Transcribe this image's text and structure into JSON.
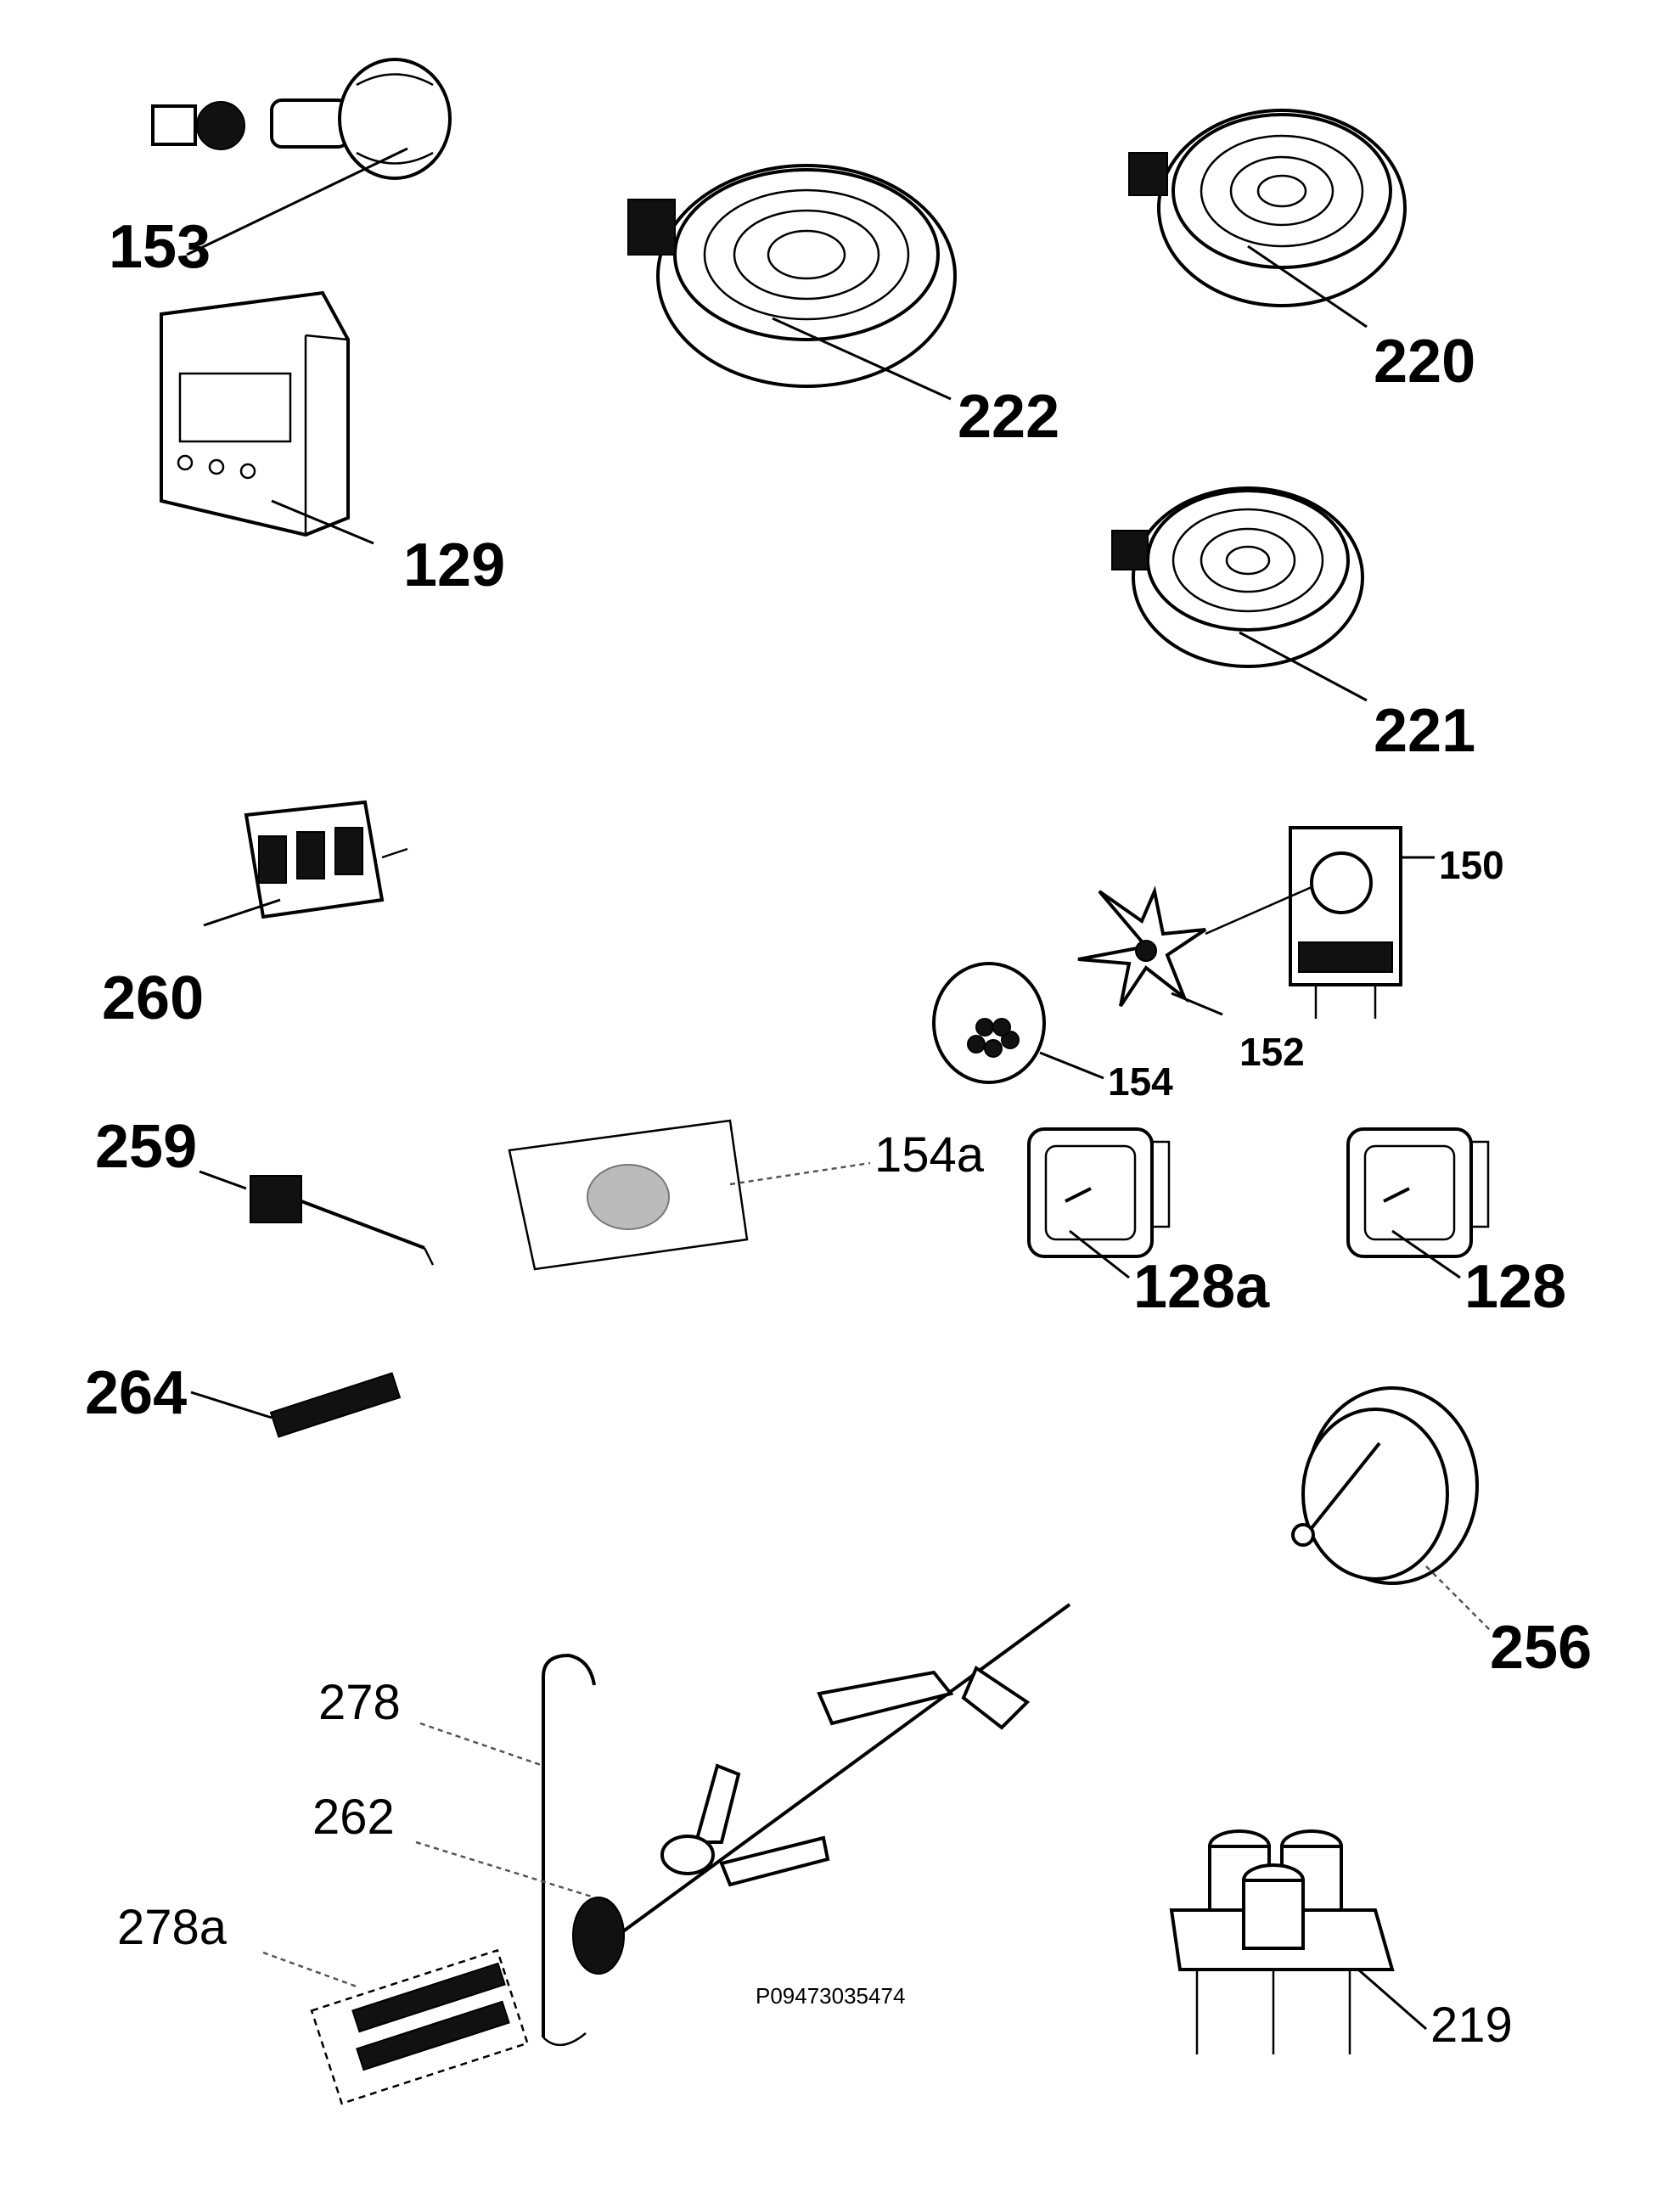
{
  "labels": {
    "l153": "153",
    "l222": "222",
    "l220": "220",
    "l129": "129",
    "l221": "221",
    "l260": "260",
    "l150": "150",
    "l152": "152",
    "l154": "154",
    "l154a": "154a",
    "l259": "259",
    "l128a": "128a",
    "l128": "128",
    "l264": "264",
    "l256": "256",
    "l278": "278",
    "l262": "262",
    "l278a": "278a",
    "l219": "219"
  },
  "code": "P09473035474"
}
